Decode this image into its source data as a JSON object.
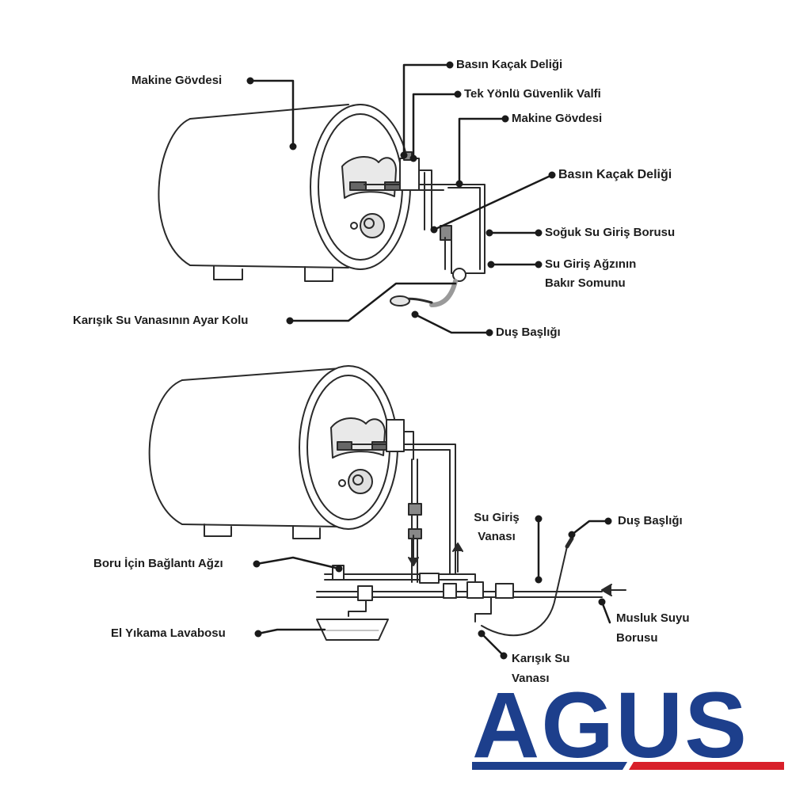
{
  "diagram1": {
    "labels": {
      "body_top_left": "Makine Gövdesi",
      "pressure_leak_hole_top": "Basın Kaçak Deliği",
      "one_way_safety_valve": "Tek Yönlü Güvenlik Valfi",
      "body_right": "Makine Gövdesi",
      "pressure_leak_hole_mid": "Basın Kaçak Deliği",
      "cold_water_inlet_pipe": "Soğuk Su Giriş Borusu",
      "inlet_copper_nut_line1": "Su Giriş Ağzının",
      "inlet_copper_nut_line2": "Bakır Somunu",
      "mixing_valve_lever": "Karışık Su Vanasının Ayar Kolu",
      "shower_head": "Duş Başlığı"
    }
  },
  "diagram2": {
    "labels": {
      "water_inlet_valve_line1": "Su Giriş",
      "water_inlet_valve_line2": "Vanası",
      "shower_head": "Duş Başlığı",
      "pipe_connection_port": "Boru İçin Bağlantı Ağzı",
      "tap_water_pipe_line1": "Musluk Suyu",
      "tap_water_pipe_line2": "Borusu",
      "hand_wash_basin": "El Yıkama Lavabosu",
      "mixing_valve_line1": "Karışık Su",
      "mixing_valve_line2": "Vanası"
    }
  },
  "logo": {
    "text": "AGUS",
    "color_blue": "#1d3f8c",
    "color_red": "#d8202a"
  }
}
